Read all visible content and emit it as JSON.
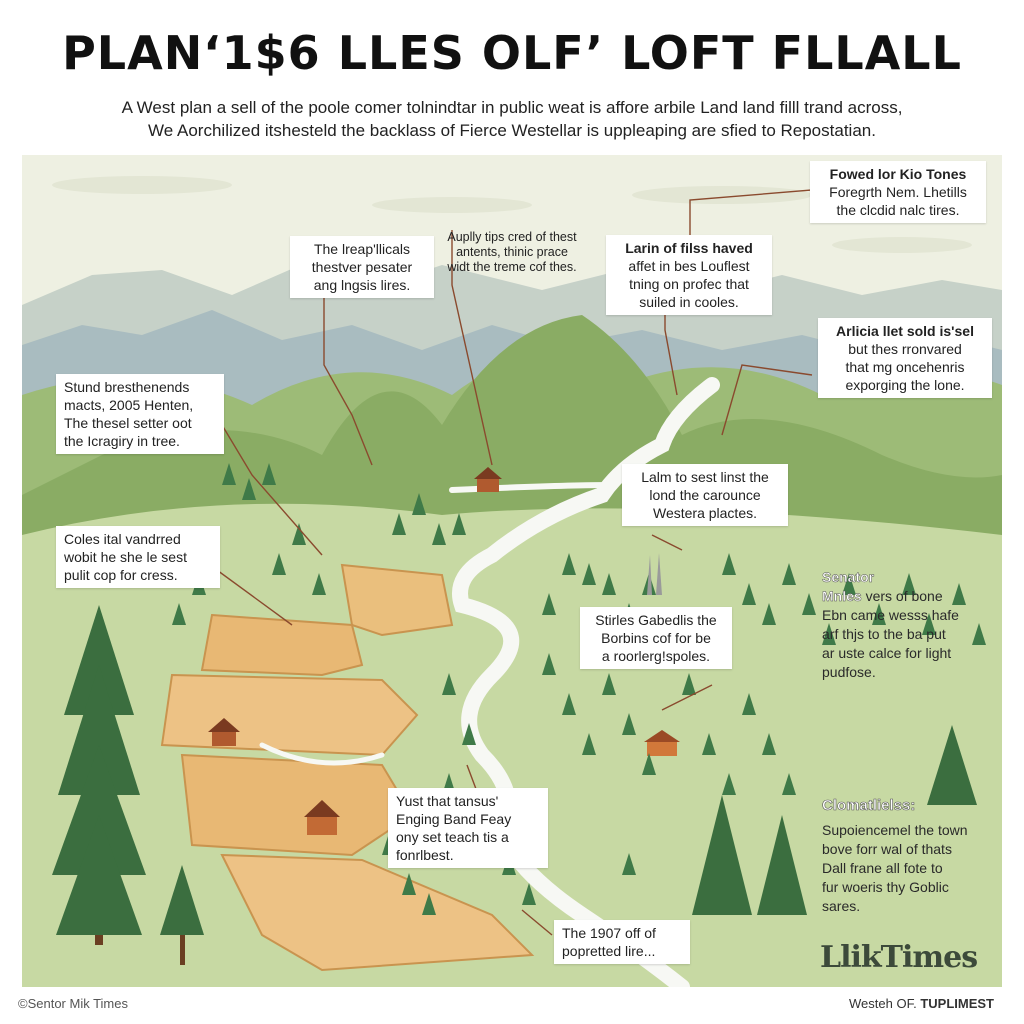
{
  "header": {
    "title": "PLAN‘1$6 LLES OLF’ LOFT FLLALL",
    "subtitle_line1": "A West plan a sell of the poole comer tolnindtar in public weat is affore arbile Land land filll trand across,",
    "subtitle_line2": "We Aorchilized itshesteld the backlass of Fierce Westellar is uppleaping are sfied to Repostatian."
  },
  "callouts": {
    "c1": [
      "The lreap'llicals",
      "thestver pesater",
      "ang lngsis lires."
    ],
    "c2": [
      "Auplly tips cred of thest",
      "antents, thinic prace",
      "widt the treme cof thes."
    ],
    "c3_title": "Larin of filss haved",
    "c3": [
      "affet in bes Louflest",
      "tning on profec that",
      "suiled in cooles."
    ],
    "c4_title": "Fowed lor Kio Tones",
    "c4": [
      "Foregrth Nem. Lhetills",
      "the clcdid nalc tires."
    ],
    "c5_title": "Arlicia llet sold is'sel",
    "c5": [
      "but thes rronvared",
      "that mg oncehenris",
      "exporging the lone."
    ],
    "c6": [
      "Stund bresthenends",
      "macts, 2005 Henten,",
      "The thesel setter oot",
      "the Icragiry in tree."
    ],
    "c7": [
      "Lalm to sest linst the",
      "lond the carounce",
      "Westera plactes."
    ],
    "c8": [
      "Coles ital vandrred",
      "wobit he she le sest",
      "pulit cop for cress."
    ],
    "c9": [
      "Stirles Gabedlis the",
      "Borbins cof for be",
      "a roorlerg!spoles."
    ],
    "c10": [
      "Yust that tansus'",
      "Enging Band Feay",
      "ony set teach tis a",
      "fonrlbest."
    ],
    "c11": [
      "The 1907 off of",
      "popretted lire..."
    ]
  },
  "side_notes": {
    "senator_heading": "Senator",
    "senator_sub": "Mnles",
    "senator_lines": [
      "vers of bone",
      "Ebn came wesss hafe",
      "arf thjs to the ba put",
      "ar uste calce for light",
      "pudfose."
    ],
    "climate_heading": "Clomatlielss:",
    "climate_lines": [
      "Supoiencemel the town",
      "bove forr wal of thats",
      "Dall frane all fote to",
      "fur woeris thy Goblic",
      "sares."
    ]
  },
  "branding": {
    "logo": "LlikTimes",
    "footer_left": "©Sentor Mik Times",
    "footer_right_prefix": "Westeh OF.",
    "footer_right_bold": "TUPLIMEST"
  },
  "colors": {
    "sky": "#eef0e2",
    "far_mountains": "#b9c7c4",
    "hills": "#93b36f",
    "valley": "#c9dba7",
    "trees": "#3f7a48",
    "river": "#f6f7f3",
    "terraces": "#e8b874",
    "leader_lines": "#8a4a2e"
  }
}
